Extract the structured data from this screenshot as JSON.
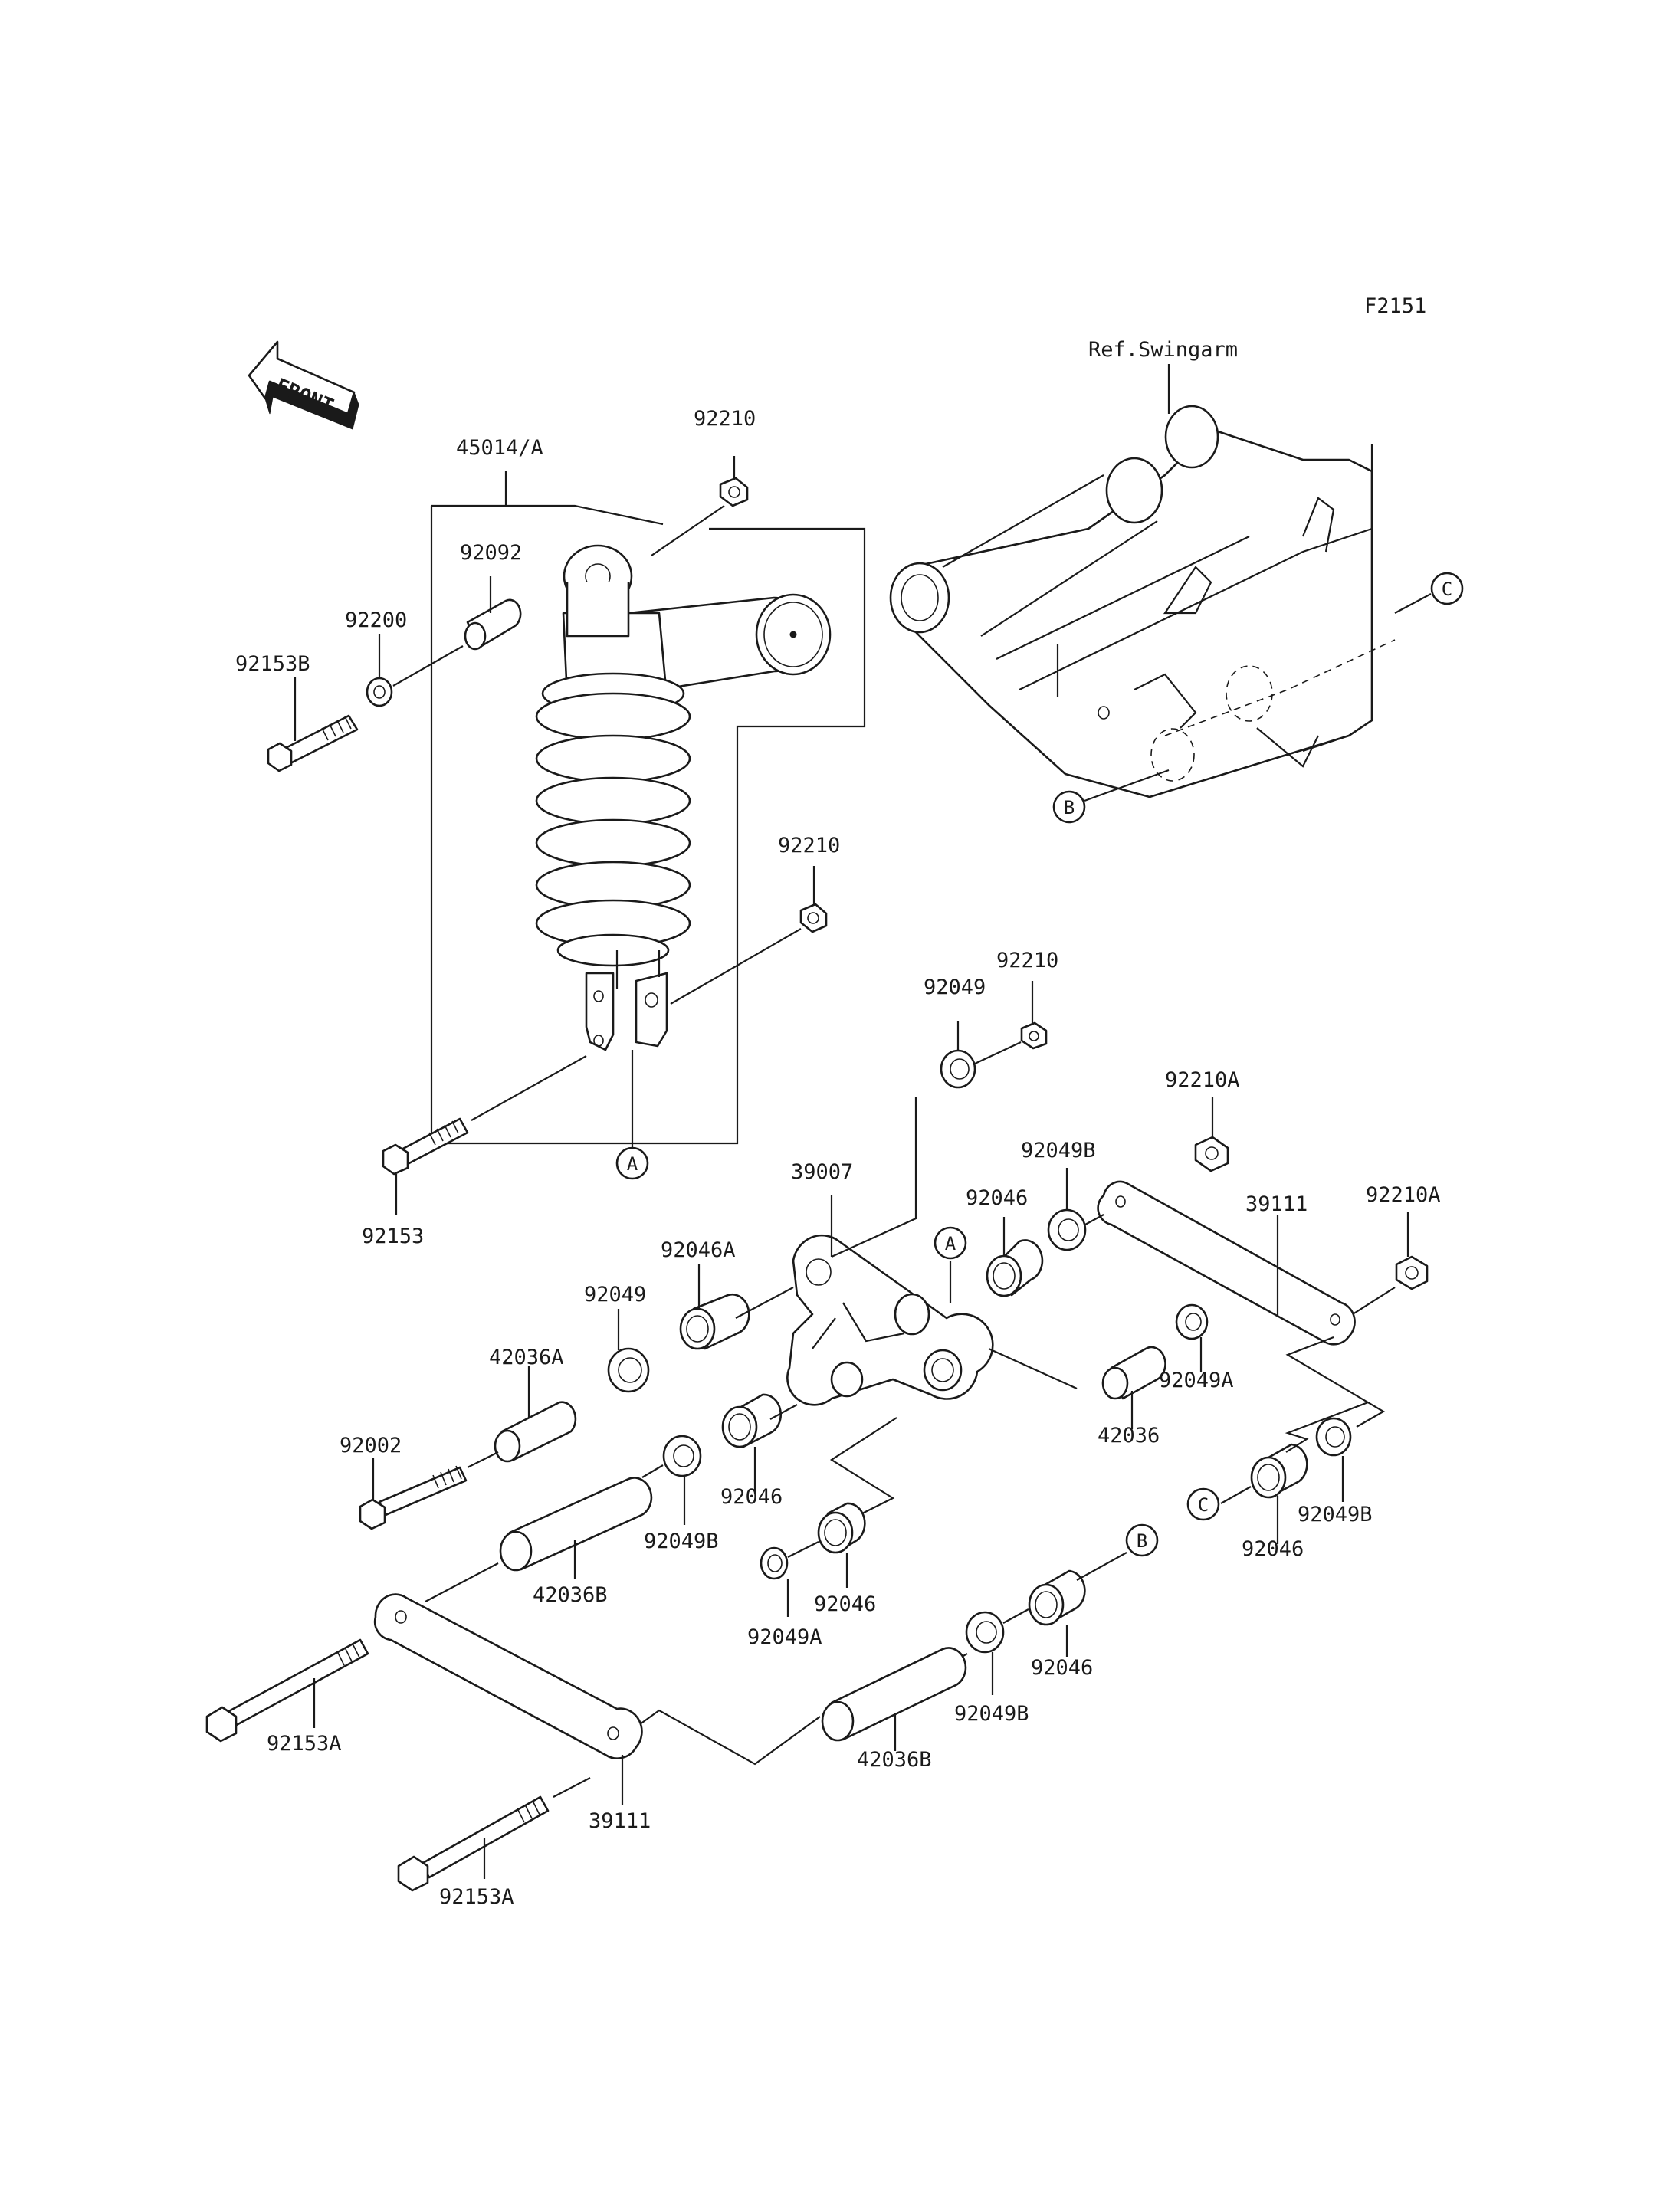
{
  "figure_code": "F2151",
  "front_label": "FRONT",
  "ref_label": "Ref.Swingarm",
  "callouts": {
    "a": "A",
    "b": "B",
    "c": "C"
  },
  "parts": {
    "p45014a": "45014/A",
    "p92210_top": "92210",
    "p92092": "92092",
    "p92200": "92200",
    "p92153b": "92153B",
    "p92210_mid": "92210",
    "p92153": "92153",
    "p92049_top": "92049",
    "p92210_link": "92210",
    "p92210a_top": "92210A",
    "p39007": "39007",
    "p92049b_top": "92049B",
    "p92046_top": "92046",
    "p39111_right": "39111",
    "p92210a_right": "92210A",
    "p92046a": "92046A",
    "p92049_left": "92049",
    "p42036a": "42036A",
    "p92002": "92002",
    "p92049a_right": "92049A",
    "p42036": "42036",
    "p92046_mid": "92046",
    "p92049b_mid": "92049B",
    "p42036b_left": "42036B",
    "p92046_low": "92046",
    "p92049a_low": "92049A",
    "p92046_c": "92046",
    "p92049b_c": "92049B",
    "p92046_b": "92046",
    "p92049b_low": "92049B",
    "p42036b_low": "42036B",
    "p92153a_top": "92153A",
    "p39111_low": "39111",
    "p92153a_low": "92153A"
  }
}
